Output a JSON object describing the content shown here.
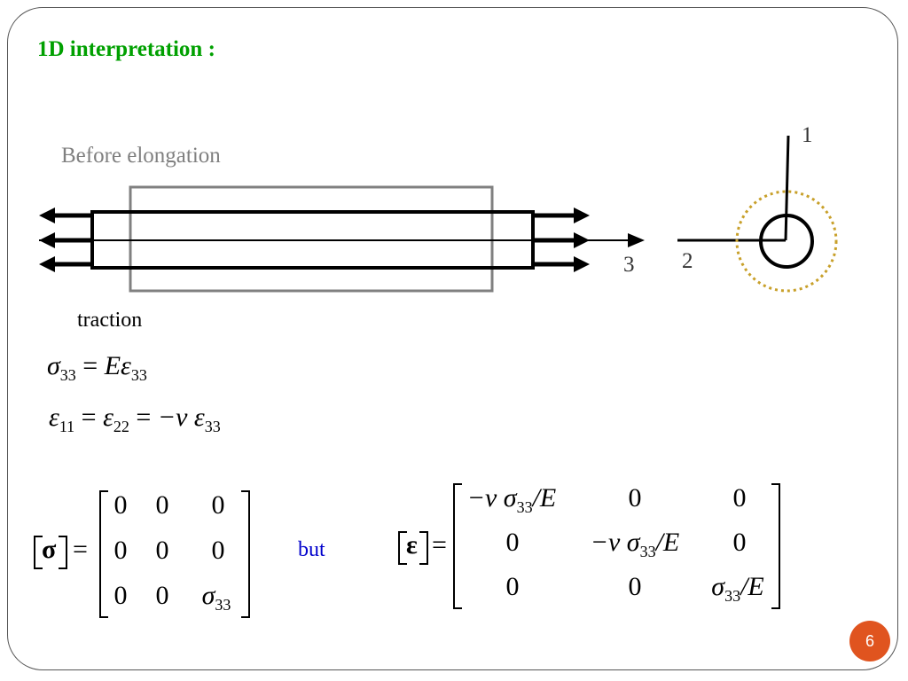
{
  "title": "1D interpretation :",
  "diagram": {
    "before_label": "Before elongation",
    "traction_label": "traction",
    "axis_1": "1",
    "axis_2": "2",
    "axis_3": "3"
  },
  "equations": {
    "eq1": {
      "lhs": "σ",
      "lhs_sub": "33",
      "eq": "=",
      "E": "E",
      "rhs": "ε",
      "rhs_sub": "33"
    },
    "eq2": {
      "a": "ε",
      "a_sub": "11",
      "eq": "=",
      "b": "ε",
      "b_sub": "22",
      "eq2": "=",
      "neg_nu": "−ν",
      "c": "ε",
      "c_sub": "33"
    }
  },
  "sigma_matrix": {
    "lhs_symbol": "σ",
    "equals": "=",
    "cells": [
      "0",
      "0",
      "0",
      "0",
      "0",
      "0",
      "0",
      "0"
    ],
    "sigma33": "σ",
    "sigma33_sub": "33"
  },
  "but_label": "but",
  "epsilon_matrix": {
    "lhs_symbol": "ε",
    "equals": "=",
    "diag_term": "−ν σ",
    "diag_sub": "33",
    "over_E": "/E",
    "zero": "0",
    "last_sigma": "σ",
    "last_sub": "33",
    "last_over_E": "/E"
  },
  "page_number": "6",
  "colors": {
    "title": "#00a000",
    "but": "#0000cc",
    "badge": "#e0541f",
    "dotted_circle": "#c8a02a"
  }
}
